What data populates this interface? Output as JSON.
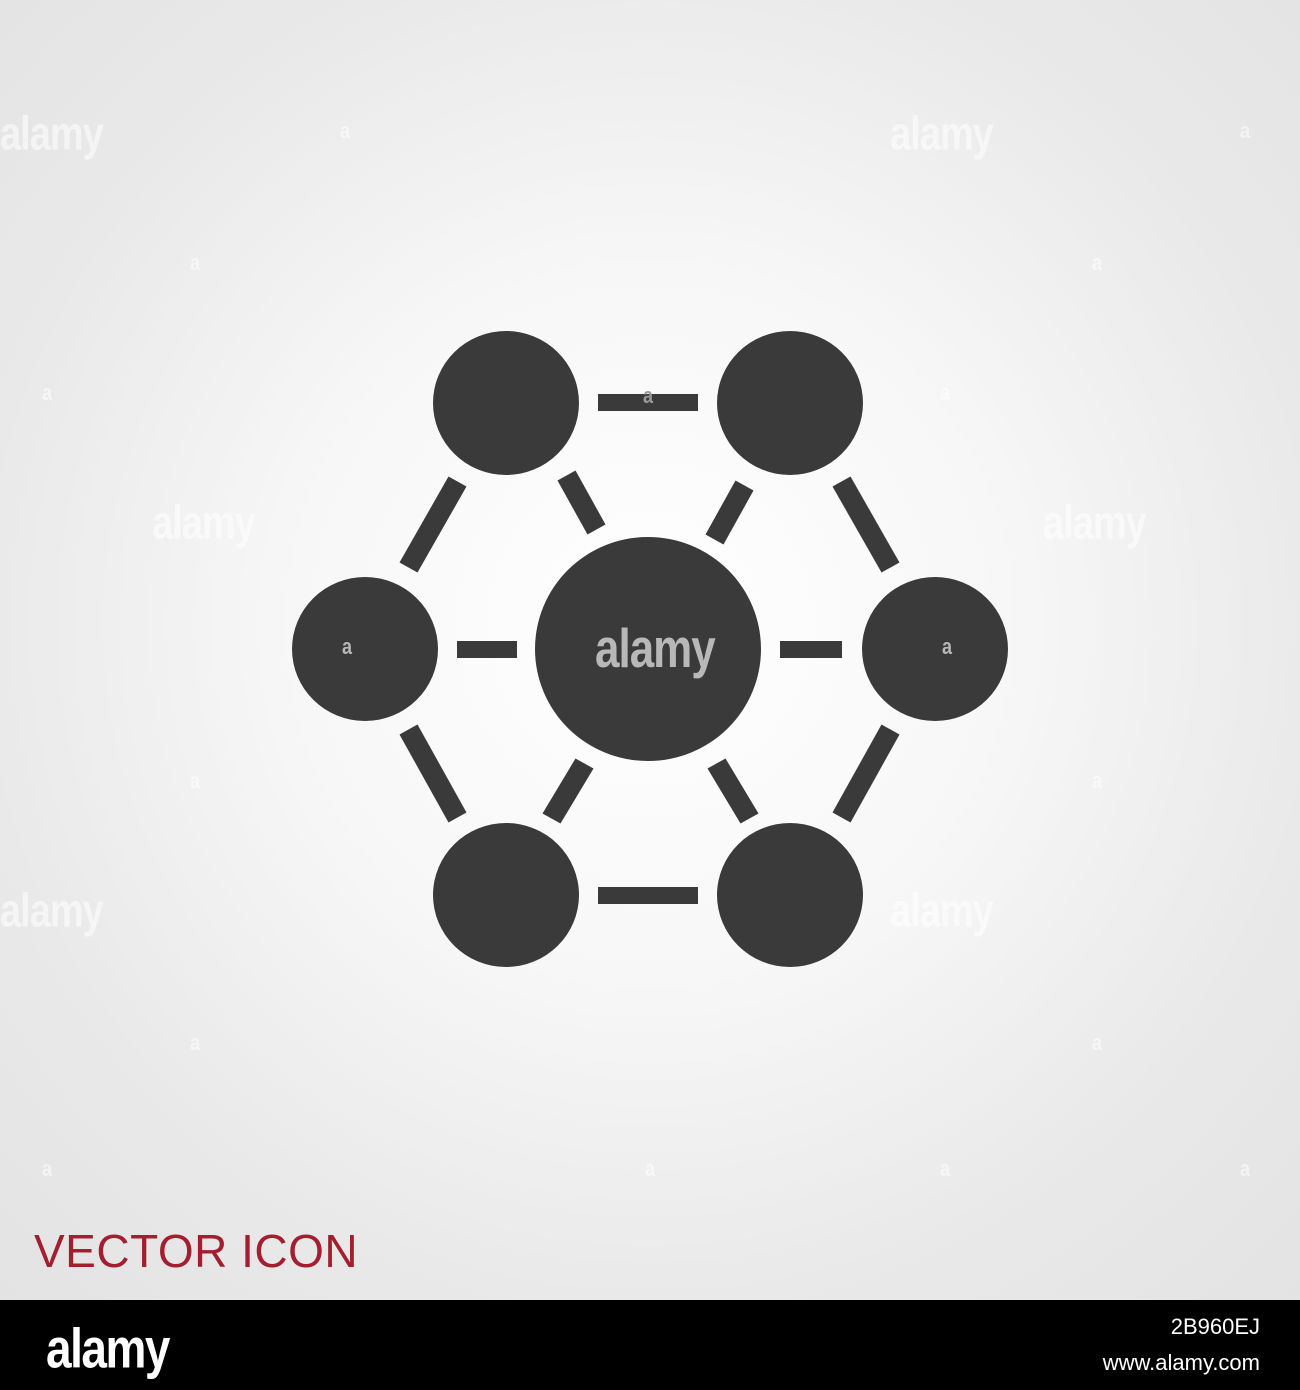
{
  "caption": {
    "text": "VECTOR ICON",
    "color": "#a31f2f"
  },
  "icon": {
    "name": "network-hub-icon",
    "color": "#3a3a3a"
  },
  "watermark": {
    "word": "alamy",
    "mark": "a"
  },
  "footer": {
    "logo": "alamy",
    "image_id": "2B960EJ",
    "site": "www.alamy.com",
    "background": "#000000"
  }
}
